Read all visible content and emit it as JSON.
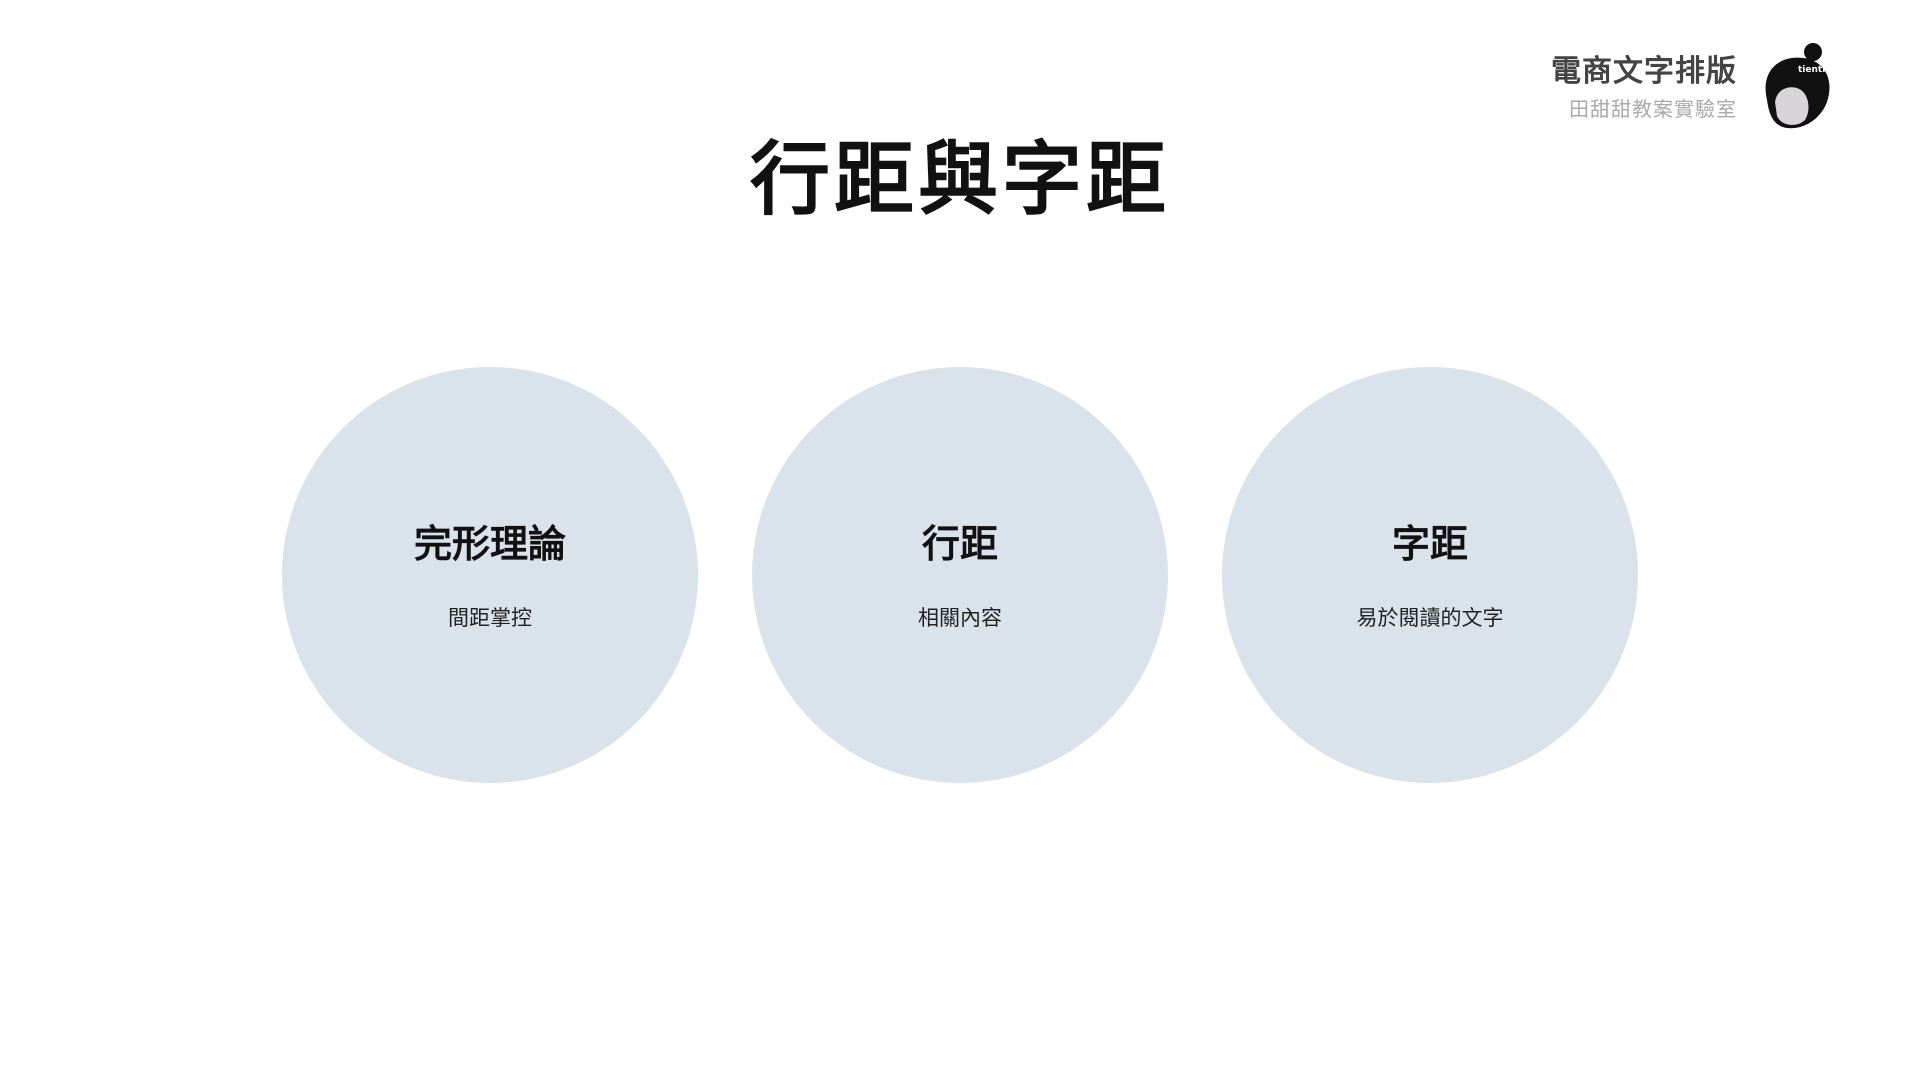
{
  "brand": {
    "title": "電商文字排版",
    "subtitle": "田甜甜教案實驗室",
    "logo_text": "tientientien"
  },
  "title": "行距與字距",
  "circles": [
    {
      "heading": "完形理論",
      "text": "間距掌控"
    },
    {
      "heading": "行距",
      "text": "相關內容"
    },
    {
      "heading": "字距",
      "text": "易於閱讀的文字"
    }
  ],
  "colors": {
    "circle_fill": "#dae2eb"
  }
}
